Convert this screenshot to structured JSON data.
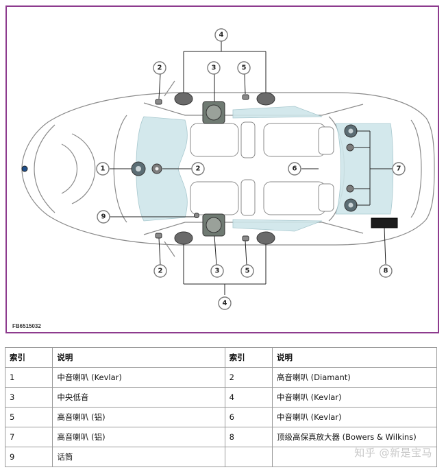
{
  "figure": {
    "code": "FB6515032",
    "callouts": [
      "1",
      "2",
      "3",
      "4",
      "5",
      "6",
      "7",
      "8",
      "9"
    ]
  },
  "legend": {
    "headers": {
      "index": "索引",
      "desc": "说明"
    },
    "rows": [
      {
        "i1": "1",
        "d1": "中音喇叭 (Kevlar)",
        "i2": "2",
        "d2": "高音喇叭 (Diamant)"
      },
      {
        "i1": "3",
        "d1": "中央低音",
        "i2": "4",
        "d2": "中音喇叭 (Kevlar)"
      },
      {
        "i1": "5",
        "d1": "高音喇叭 (铝)",
        "i2": "6",
        "d2": "中音喇叭 (Kevlar)"
      },
      {
        "i1": "7",
        "d1": "高音喇叭 (铝)",
        "i2": "8",
        "d2": "顶级高保真放大器 (Bowers & Wilkins)"
      },
      {
        "i1": "9",
        "d1": "话筒",
        "i2": "",
        "d2": ""
      }
    ]
  },
  "watermark": "知乎 @新是宝马",
  "colors": {
    "frame": "#8d3b8e",
    "sound_zone": "#cfe6ea",
    "car_line": "#8a8a8a"
  }
}
